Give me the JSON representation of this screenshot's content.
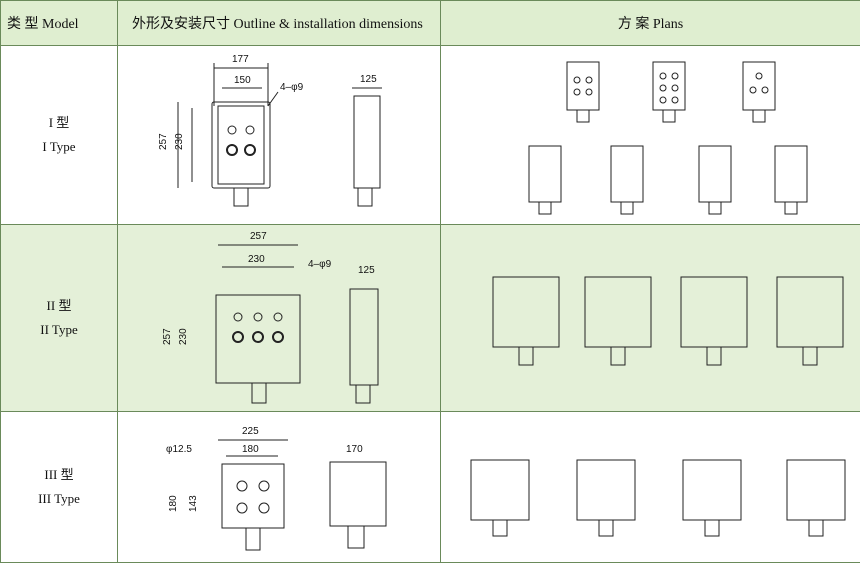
{
  "header": {
    "model": "类 型 Model",
    "outline": "外形及安装尺寸 Outline & installation dimensions",
    "plans": "方 案 Plans"
  },
  "rows": [
    {
      "model_cn": "I 型",
      "model_en": "I Type",
      "dims": {
        "width": "177",
        "mount": "150",
        "hole": "4–φ9",
        "height": "257",
        "mount_h": "230",
        "depth": "125"
      }
    },
    {
      "model_cn": "II 型",
      "model_en": "II Type",
      "dims": {
        "width": "257",
        "mount": "230",
        "hole": "4–φ9",
        "height": "257",
        "mount_h": "230",
        "depth": "125"
      }
    },
    {
      "model_cn": "III 型",
      "model_en": "III Type",
      "dims": {
        "width": "225",
        "mount": "180",
        "hole": "φ12.5",
        "height": "180",
        "mount_h": "143",
        "depth": "170"
      }
    }
  ]
}
